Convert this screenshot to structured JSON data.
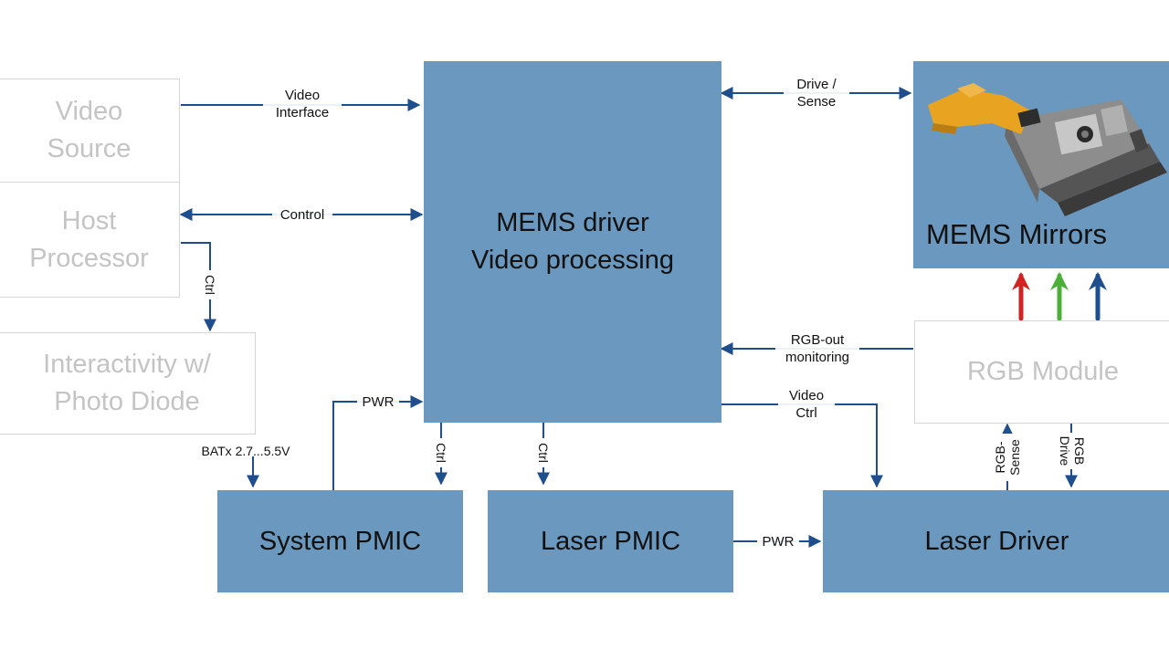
{
  "blocks": {
    "video_source": "Video\nSource",
    "host_processor": "Host\nProcessor",
    "interactivity": "Interactivity w/\nPhoto Diode",
    "mems_driver": "MEMS driver\nVideo processing",
    "mems_mirrors": "MEMS Mirrors",
    "rgb_module": "RGB Module",
    "system_pmic": "System PMIC",
    "laser_pmic": "Laser PMIC",
    "laser_driver": "Laser Driver"
  },
  "labels": {
    "video_interface": "Video\nInterface",
    "control": "Control",
    "drive_sense": "Drive /\nSense",
    "ctrl_host": "Ctrl",
    "rgb_out": "RGB-out\nmonitoring",
    "pwr_system": "PWR",
    "video_ctrl": "Video\nCtrl",
    "battery": "BATx 2.7...5.5V",
    "ctrl_system": "Ctrl",
    "ctrl_laser": "Ctrl",
    "rgb_sense": "RGB-\nSense",
    "rgb_drive": "RGB\nDrive",
    "pwr_laser": "PWR"
  },
  "colors": {
    "block_fill": "#6b98be",
    "wire": "#1f4e8c",
    "ghost_border": "#d6d6d6",
    "ghost_text": "#c4c4c4",
    "red_beam": "#d22323",
    "green_beam": "#4caf3a",
    "blue_beam": "#1f4e8c"
  },
  "icons": {
    "mems_device": "mems-mirror-device-icon"
  }
}
